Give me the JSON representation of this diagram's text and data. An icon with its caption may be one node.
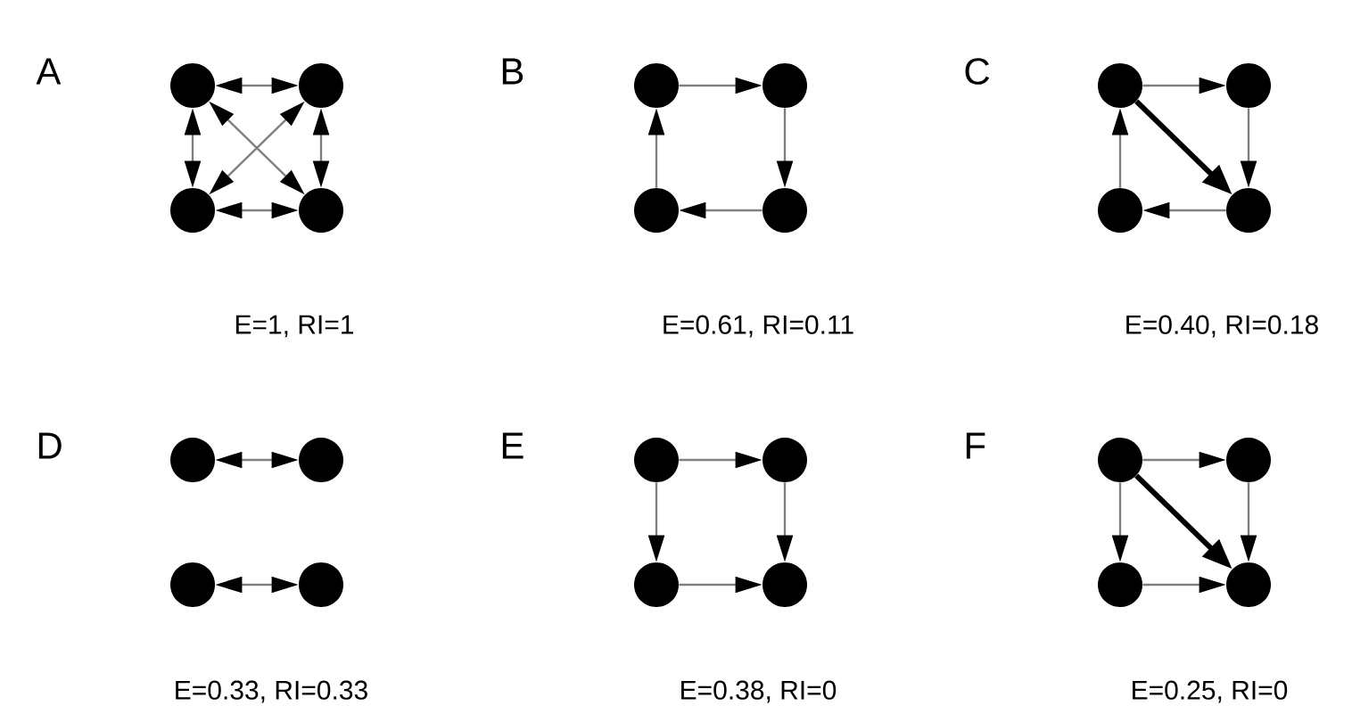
{
  "diagram": {
    "nodes": [
      {
        "text": [],
        "shape": "circle"
      },
      {
        "text": [],
        "shape": "circle"
      },
      {
        "text": [],
        "shape": "circle"
      },
      {
        "text": [],
        "shape": "circle"
      },
      {
        "text": [],
        "shape": "circle"
      },
      {
        "text": [],
        "shape": "circle"
      },
      {
        "text": [],
        "shape": "circle"
      },
      {
        "text": [],
        "shape": "circle"
      },
      {
        "text": [],
        "shape": "circle"
      },
      {
        "text": [],
        "shape": "circle"
      },
      {
        "text": [],
        "shape": "circle"
      },
      {
        "text": [],
        "shape": "circle"
      },
      {
        "text": [],
        "shape": "circle"
      },
      {
        "text": [],
        "shape": "circle"
      },
      {
        "text": [],
        "shape": "circle"
      },
      {
        "text": [],
        "shape": "circle"
      },
      {
        "text": [],
        "shape": "circle"
      },
      {
        "text": [],
        "shape": "circle"
      },
      {
        "text": [],
        "shape": "circle"
      },
      {
        "text": [],
        "shape": "circle"
      },
      {
        "text": [],
        "shape": "circle"
      },
      {
        "text": [],
        "shape": "circle"
      },
      {
        "text": [],
        "shape": "circle"
      },
      {
        "text": [],
        "shape": "circle"
      }
    ],
    "edges": [
      {
        "from": 0,
        "to": 1,
        "arrow": "both"
      },
      {
        "from": 0,
        "to": 2,
        "arrow": "both"
      },
      {
        "from": 1,
        "to": 3,
        "arrow": "both"
      },
      {
        "from": 2,
        "to": 3,
        "arrow": "both"
      },
      {
        "from": 0,
        "to": 3,
        "arrow": "both"
      },
      {
        "from": 1,
        "to": 2,
        "arrow": "both"
      },
      {
        "from": 4,
        "to": 5,
        "arrow": "to"
      },
      {
        "from": 5,
        "to": 7,
        "arrow": "to"
      },
      {
        "from": 7,
        "to": 6,
        "arrow": "to"
      },
      {
        "from": 6,
        "to": 4,
        "arrow": "to"
      },
      {
        "from": 8,
        "to": 9,
        "arrow": "to"
      },
      {
        "from": 9,
        "to": 11,
        "arrow": "to"
      },
      {
        "from": 11,
        "to": 10,
        "arrow": "to"
      },
      {
        "from": 10,
        "to": 8,
        "arrow": "to"
      },
      {
        "from": 8,
        "to": 11,
        "arrow": "to",
        "style": "thick",
        "color": "#000000"
      },
      {
        "from": 12,
        "to": 13,
        "arrow": "both"
      },
      {
        "from": 14,
        "to": 15,
        "arrow": "both"
      },
      {
        "from": 16,
        "to": 17,
        "arrow": "to"
      },
      {
        "from": 16,
        "to": 18,
        "arrow": "to"
      },
      {
        "from": 17,
        "to": 19,
        "arrow": "to"
      },
      {
        "from": 18,
        "to": 19,
        "arrow": "to"
      },
      {
        "from": 20,
        "to": 21,
        "arrow": "to"
      },
      {
        "from": 20,
        "to": 22,
        "arrow": "to"
      },
      {
        "from": 21,
        "to": 23,
        "arrow": "to"
      },
      {
        "from": 22,
        "to": 23,
        "arrow": "to"
      },
      {
        "from": 20,
        "to": 23,
        "arrow": "to",
        "style": "thick",
        "color": "#000000"
      }
    ],
    "labels": [
      "A",
      "B",
      "C",
      "E=1, RI=1",
      "E=0.61, RI=0.11",
      "E=0.40, RI=0.18",
      "D",
      "E",
      "F",
      "E=0.33, RI=0.33",
      "E=0.38, RI=0",
      "E=0.25, RI=0"
    ]
  }
}
